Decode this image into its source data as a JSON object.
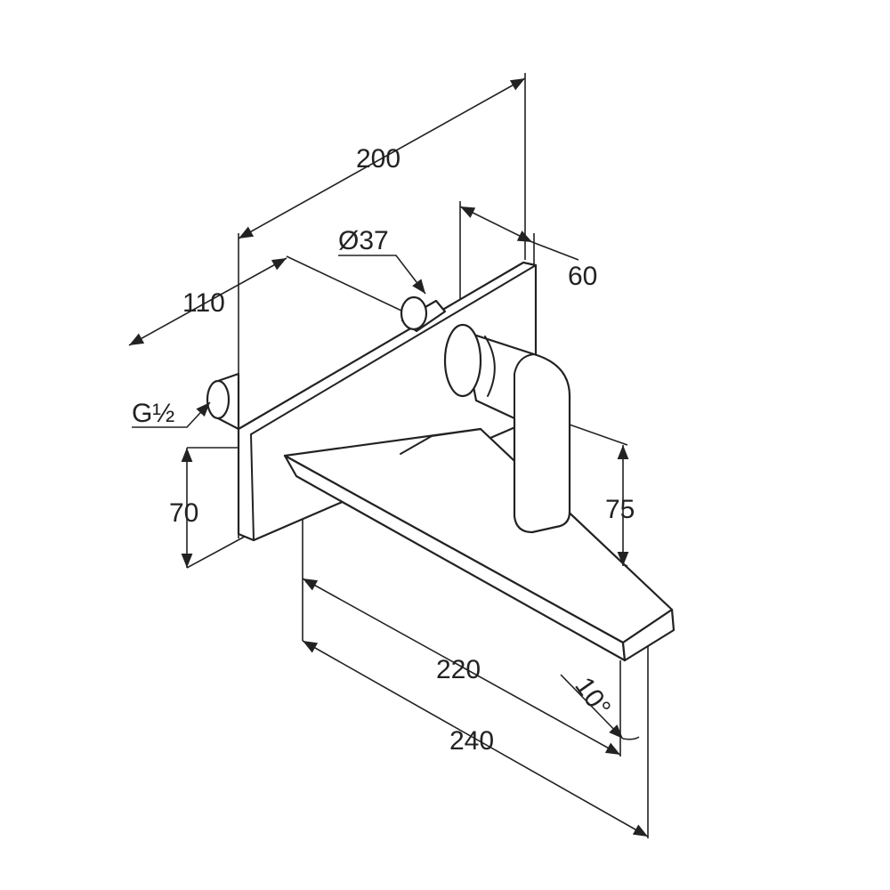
{
  "drawing": {
    "title": "Wall-mounted basin mixer dimension drawing",
    "dimensions": {
      "overall_depth": "200",
      "body_depth": "110",
      "handle_diameter": "Ø37",
      "handle_offset": "60",
      "thread": "G½",
      "plate_height": "70",
      "handle_height": "75",
      "spout_projection": "220",
      "total_projection": "240",
      "spout_angle": "10°"
    },
    "colors": {
      "line": "#222222",
      "background": "#ffffff"
    }
  }
}
